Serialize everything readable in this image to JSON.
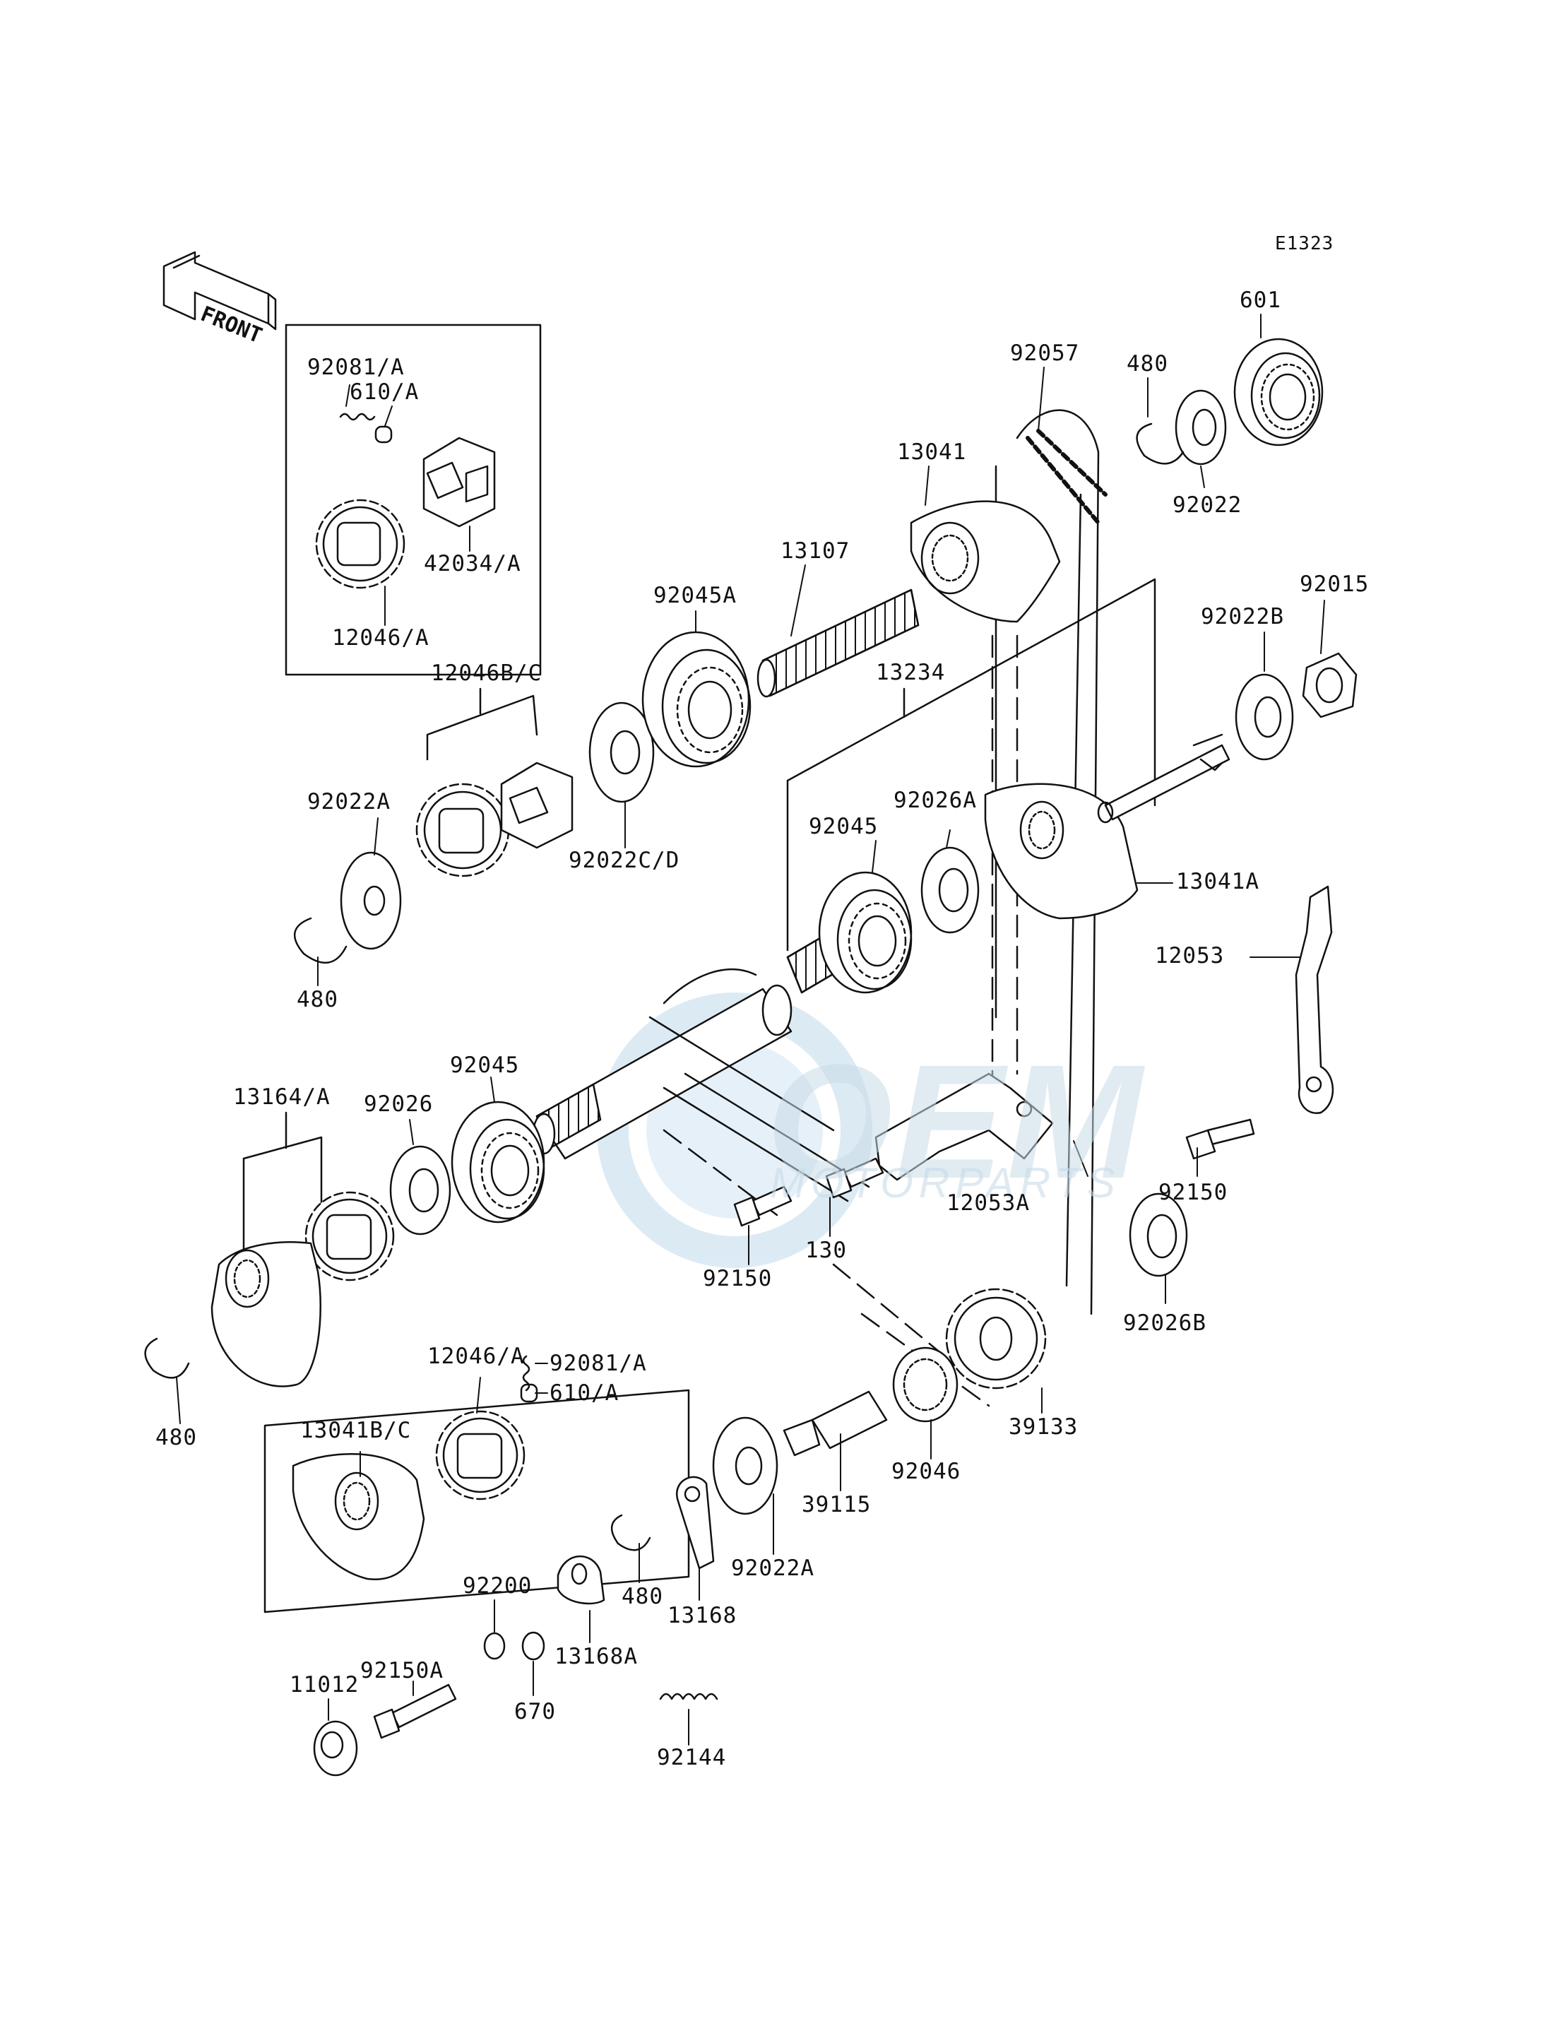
{
  "diagram": {
    "code": "E1323",
    "front_label": "FRONT",
    "watermark": {
      "main": "OEM",
      "sub": "MOTORPARTS"
    },
    "parts": {
      "p92081a_top": "92081/A",
      "p610a_top": "610/A",
      "p42034a": "42034/A",
      "p12046a_top": "12046/A",
      "p12046bc": "12046B/C",
      "p92022a_left": "92022A",
      "p92022cd": "92022C/D",
      "p480_left": "480",
      "p92045a": "92045A",
      "p13107": "13107",
      "p13041": "13041",
      "p92057": "92057",
      "p480_top": "480",
      "p601": "601",
      "p92022": "92022",
      "p92022b": "92022B",
      "p92015": "92015",
      "p13234": "13234",
      "p92026a": "92026A",
      "p92045_upper": "92045",
      "p13041a": "13041A",
      "p12053": "12053",
      "p92045_lower": "92045",
      "p13164a": "13164/A",
      "p92026": "92026",
      "p92150_right": "92150",
      "p12053a": "12053A",
      "p92150_mid": "92150",
      "p130": "130",
      "p92026b": "92026B",
      "p480_lower": "480",
      "p12046a_bottom": "12046/A",
      "p92081a_bottom": "92081/A",
      "p610a_bottom": "610/A",
      "p13041bc": "13041B/C",
      "p39133": "39133",
      "p92046": "92046",
      "p39115": "39115",
      "p92022a_bottom": "92022A",
      "p13168": "13168",
      "p480_bottom": "480",
      "p92200": "92200",
      "p13168a": "13168A",
      "p92150a": "92150A",
      "p11012": "11012",
      "p670": "670",
      "p92144": "92144"
    }
  }
}
